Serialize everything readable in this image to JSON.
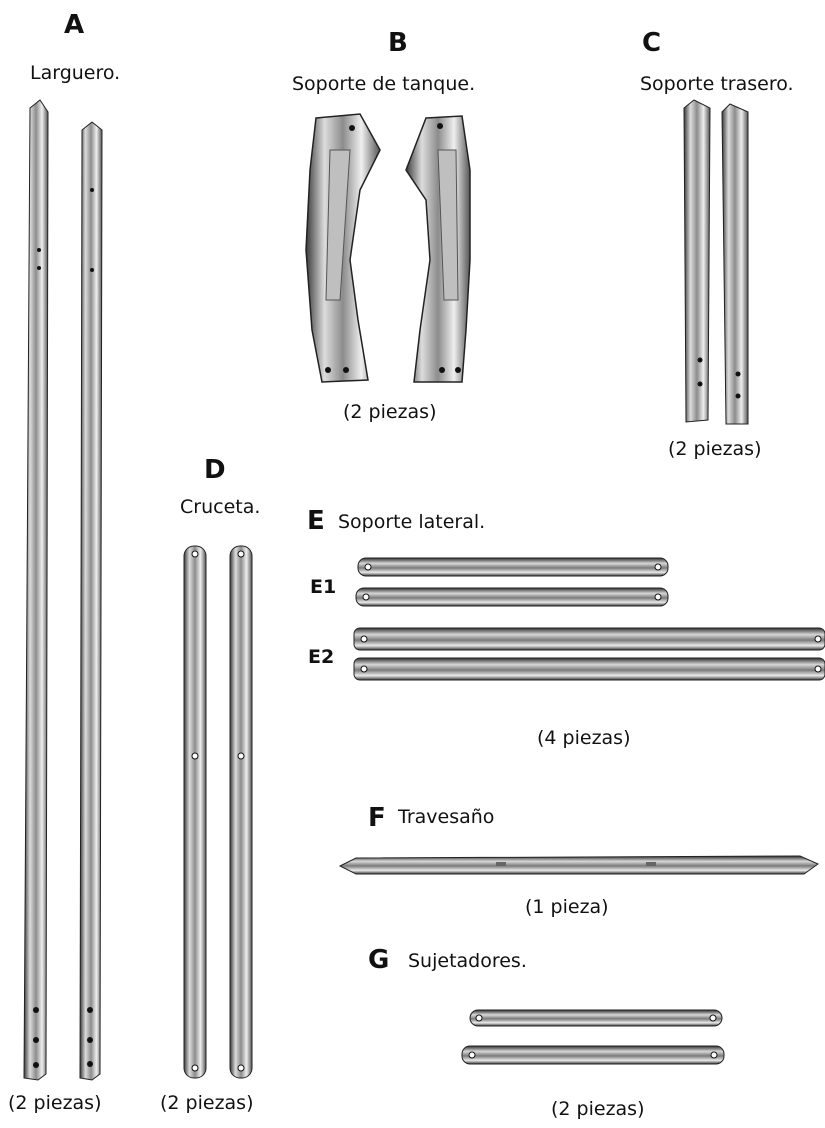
{
  "parts": {
    "A": {
      "letter": "A",
      "caption": "Larguero.",
      "quantity": "(2 piezas)"
    },
    "B": {
      "letter": "B",
      "caption": "Soporte de tanque.",
      "quantity": "(2 piezas)"
    },
    "C": {
      "letter": "C",
      "caption": "Soporte trasero.",
      "quantity": "(2 piezas)"
    },
    "D": {
      "letter": "D",
      "caption": "Cruceta.",
      "quantity": "(2 piezas)"
    },
    "E": {
      "letter": "E",
      "caption": "Soporte lateral.",
      "quantity": "(4 piezas)",
      "sub1": "E1",
      "sub2": "E2"
    },
    "F": {
      "letter": "F",
      "caption": "Travesaño",
      "quantity": "(1 pieza)"
    },
    "G": {
      "letter": "G",
      "caption": "Sujetadores.",
      "quantity": "(2 piezas)"
    }
  },
  "colors": {
    "metal_light": "#e4e4e4",
    "metal_mid": "#9a9a9a",
    "metal_dark": "#2a2a2a"
  }
}
